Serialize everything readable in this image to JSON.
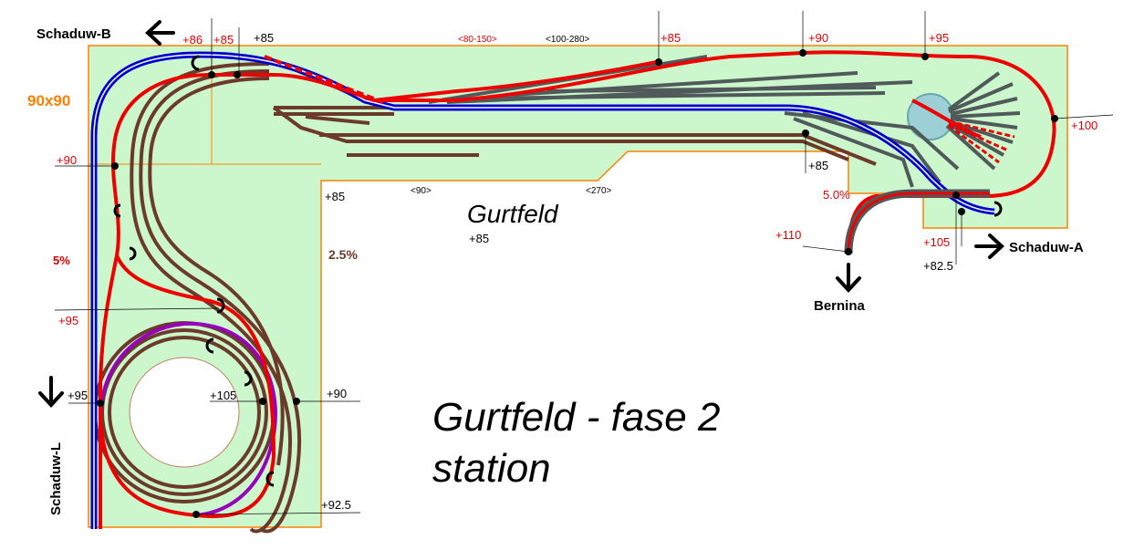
{
  "colors": {
    "baseboard": "#ccf7cc",
    "baseboard_edge": "#ff8000",
    "track_red": "#ee0000",
    "track_blue": "#0000cc",
    "track_brown": "#6b3a2a",
    "track_purple": "#9900bb",
    "track_gray": "#505a5a",
    "turntable": "#9ccfd6"
  },
  "labels": {
    "title_line1": "Gurtfeld - fase 2",
    "title_line2": "station",
    "station_name": "Gurtfeld",
    "size": "90x90",
    "schaduw_b": "Schaduw-B",
    "schaduw_a": "Schaduw-A",
    "schaduw_l": "Schaduw-L",
    "bernina": "Bernina",
    "grade_5": "5%",
    "grade_25": "2.5%",
    "grade_50": "5.0%",
    "len_80_150": "<80-150>",
    "len_100_280": "<100-280>",
    "len_90": "<90>",
    "len_270": "<270>"
  },
  "heights": {
    "h86": "+86",
    "h85_red_top": "+85",
    "h85_top": "+85",
    "h85_mid_red": "+85",
    "h90_top": "+90",
    "h95_top": "+95",
    "h100": "+100",
    "h90_left": "+90",
    "h85_corner": "+85",
    "h85_station": "+85",
    "h85_right": "+85",
    "h110": "+110",
    "h105_right": "+105",
    "h825": "+82.5",
    "h95_left": "+95",
    "h95_bottomleft": "+95",
    "h105_helix": "+105",
    "h90_helix": "+90",
    "h925": "+92.5"
  }
}
